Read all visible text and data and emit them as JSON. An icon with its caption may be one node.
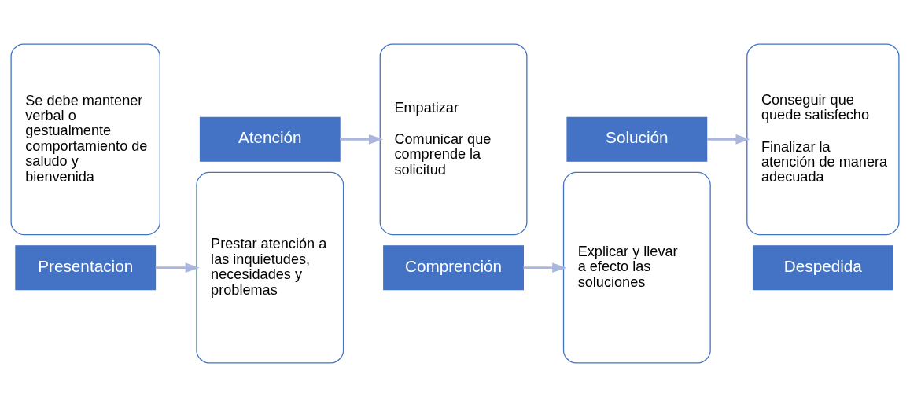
{
  "diagram": {
    "nodes": [
      {
        "text": [
          "Se debe mantener verbal o gestualmente comportamiento de saludo y bienvenida"
        ]
      },
      {
        "text": [
          "Presentacion"
        ]
      },
      {
        "text": [
          "Atención"
        ]
      },
      {
        "text": [
          "Prestar atención a las inquietudes, necesidades y problemas"
        ]
      },
      {
        "text": [
          "Empatizar",
          "Comunicar que comprende la solicitud"
        ]
      },
      {
        "text": [
          "Comprención"
        ]
      },
      {
        "text": [
          "Solución"
        ]
      },
      {
        "text": [
          "Explicar y llevar a efecto las soluciones"
        ]
      },
      {
        "text": [
          "Conseguir que quede satisfecho",
          "Finalizar la atención de manera adecuada"
        ]
      },
      {
        "text": [
          "Despedida"
        ]
      }
    ],
    "edges": [
      {
        "from": 1,
        "to": 3,
        "arrow": "to"
      },
      {
        "from": 2,
        "to": 4,
        "arrow": "to"
      },
      {
        "from": 5,
        "to": 7,
        "arrow": "to"
      },
      {
        "from": 6,
        "to": 8,
        "arrow": "to"
      }
    ]
  }
}
